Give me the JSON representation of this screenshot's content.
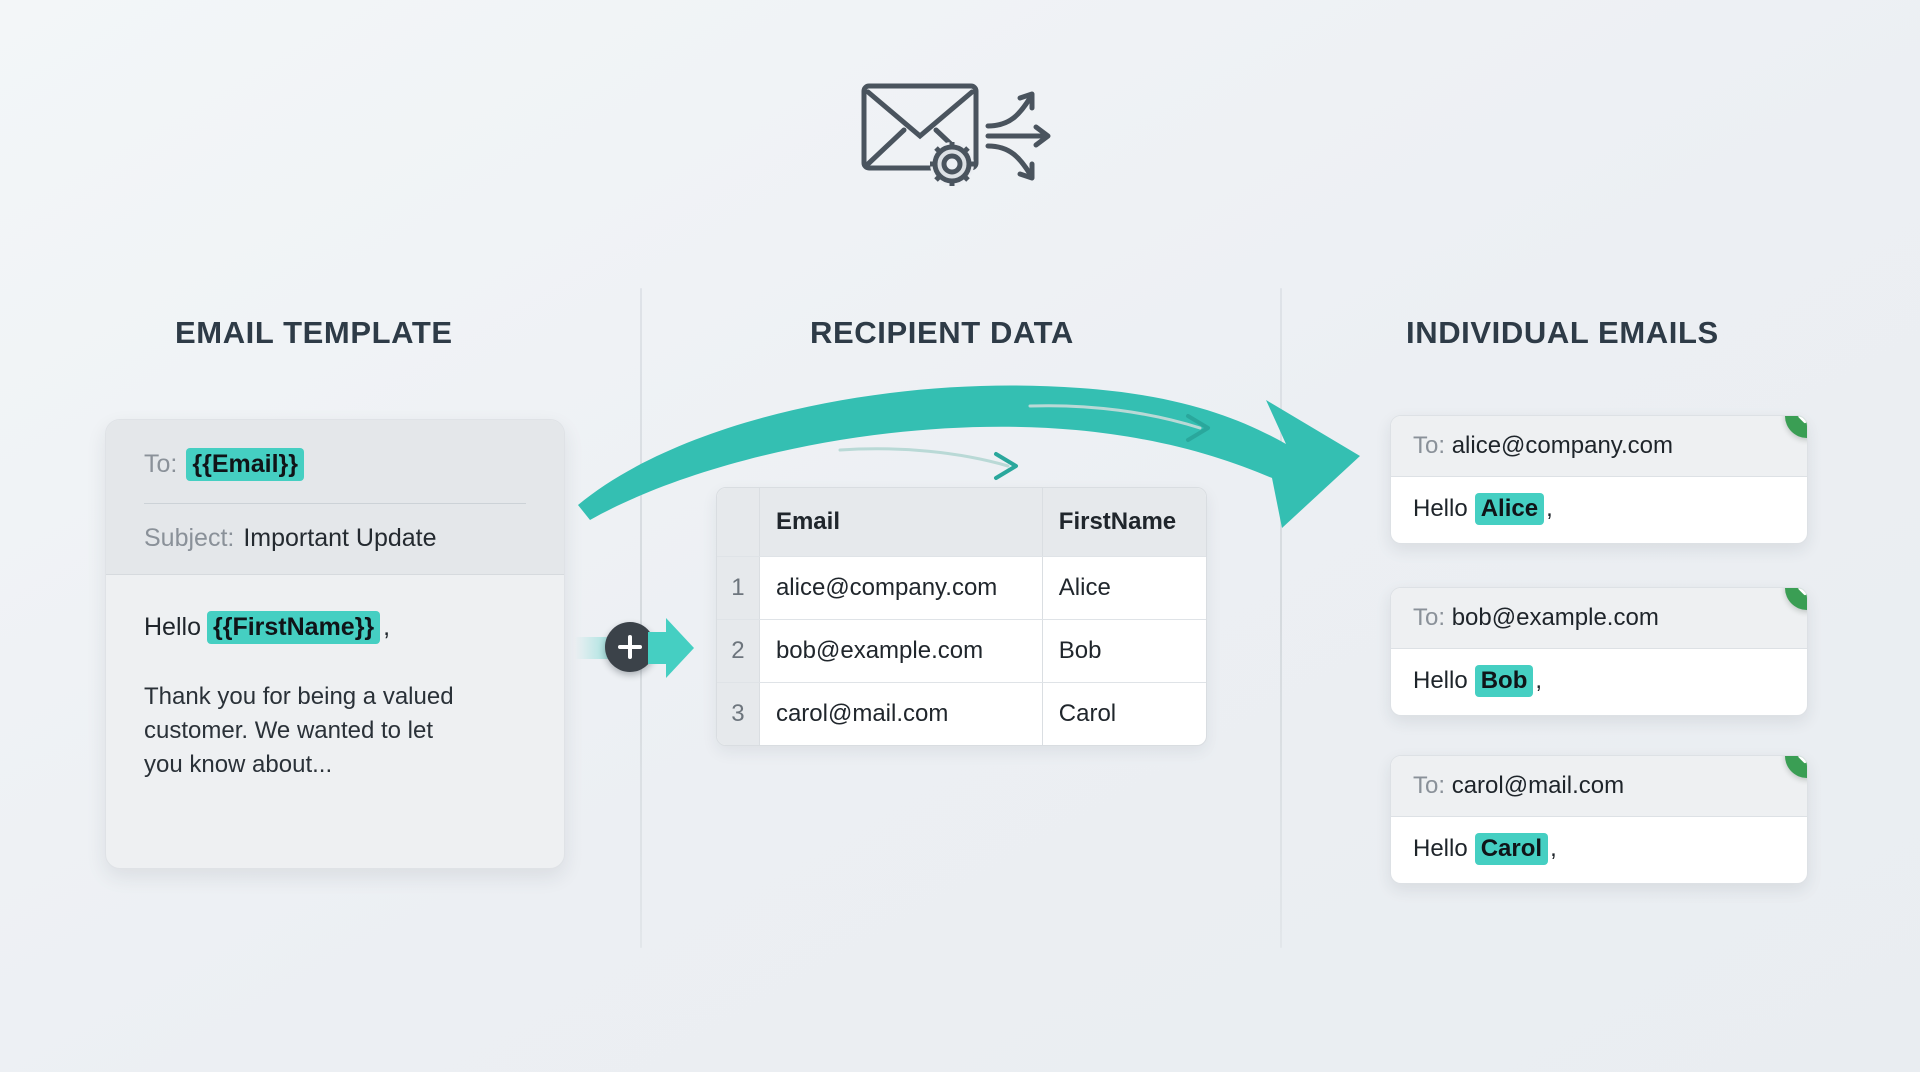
{
  "page": {
    "background_color": "#eceff3",
    "accent_teal": "#45cfc2",
    "accent_green": "#3a9e54",
    "heading_color": "#2e3b47"
  },
  "hero": {
    "icon": "envelope-gear-arrows-icon"
  },
  "columns": {
    "template_heading": "EMAIL TEMPLATE",
    "recipients_heading": "RECIPIENT DATA",
    "output_heading": "INDIVIDUAL EMAILS"
  },
  "template_card": {
    "to_label": "To:",
    "to_value": "{{Email}}",
    "subject_label": "Subject:",
    "subject_value": "Important Update",
    "greeting_prefix": "Hello",
    "greeting_token": "{{FirstName}}",
    "greeting_suffix": ",",
    "body_text": "Thank you for being a valued customer. We wanted to let you know about..."
  },
  "merge": {
    "icon": "plus-icon",
    "arrow_icon": "arrow-right-icon"
  },
  "flow_arrow": {
    "icon": "curved-arrow-icon"
  },
  "recipients_table": {
    "columns": [
      "",
      "Email",
      "FirstName"
    ],
    "rows": [
      {
        "index": "1",
        "email": "alice@company.com",
        "first_name": "Alice"
      },
      {
        "index": "2",
        "email": "bob@example.com",
        "first_name": "Bob"
      },
      {
        "index": "3",
        "email": "carol@mail.com",
        "first_name": "Carol"
      }
    ]
  },
  "output_emails": [
    {
      "to_label": "To:",
      "to_value": "alice@company.com",
      "greeting_prefix": "Hello",
      "greeting_token": "Alice",
      "greeting_suffix": ",",
      "status_icon": "check-circle-icon"
    },
    {
      "to_label": "To:",
      "to_value": "bob@example.com",
      "greeting_prefix": "Hello",
      "greeting_token": "Bob",
      "greeting_suffix": ",",
      "status_icon": "check-circle-icon"
    },
    {
      "to_label": "To:",
      "to_value": "carol@mail.com",
      "greeting_prefix": "Hello",
      "greeting_token": "Carol",
      "greeting_suffix": ",",
      "status_icon": "check-circle-icon"
    }
  ]
}
